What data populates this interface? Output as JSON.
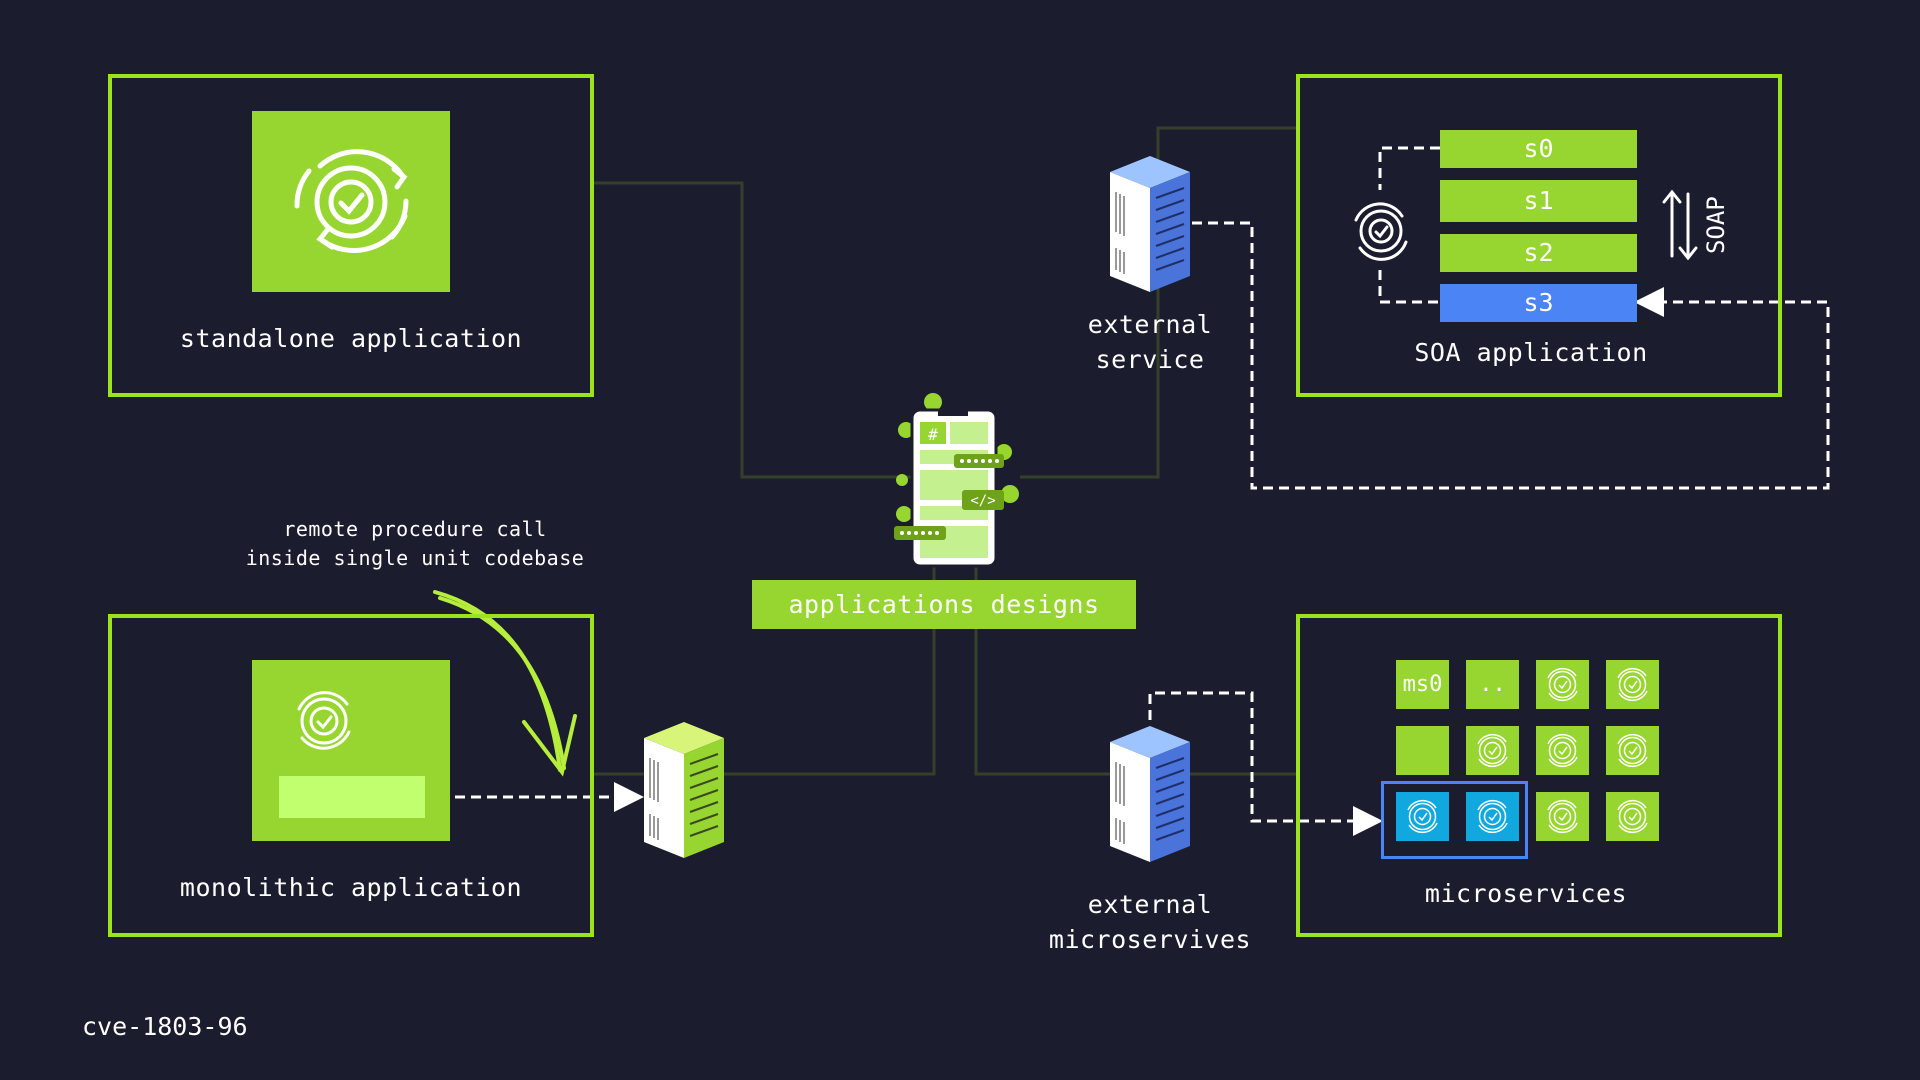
{
  "colors": {
    "background": "#1b1c2e",
    "accent": "#9be21f",
    "tile": "#97d630",
    "blue": "#4a84f5",
    "cyan": "#11a8e0",
    "line": "#34402a"
  },
  "boxes": {
    "standalone": "standalone application",
    "monolithic": "monolithic application",
    "soa": "SOA application",
    "microservices": "microservices"
  },
  "center": {
    "label": "applications designs"
  },
  "annotation": {
    "line1": "remote procedure call",
    "line2": "inside single unit codebase"
  },
  "external_service": {
    "line1": "external",
    "line2": "service"
  },
  "external_micro": {
    "line1": "external",
    "line2": "microservives"
  },
  "soa": {
    "rows": [
      "s0",
      "s1",
      "s2",
      "s3"
    ],
    "protocol": "SOAP"
  },
  "microservices": {
    "ms0": "ms0",
    "ellipsis": ".."
  },
  "footer": {
    "id": "cve-1803-96"
  },
  "icons": {
    "gear_check": "gear-check-icon",
    "server": "server-rack-icon",
    "phone": "mobile-app-icon",
    "arrows": "up-down-arrows-icon"
  }
}
